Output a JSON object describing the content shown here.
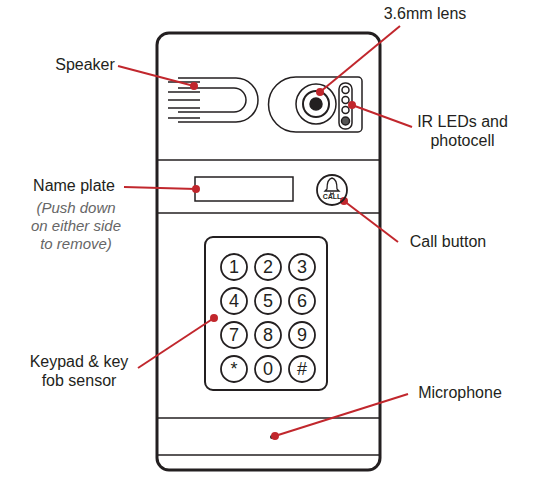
{
  "diagram": {
    "nodes": [
      {
        "text": [
          "CALL"
        ]
      },
      {
        "text": [
          "1"
        ]
      },
      {
        "text": [
          "2"
        ]
      },
      {
        "text": [
          "3"
        ]
      },
      {
        "text": [
          "4"
        ]
      },
      {
        "text": [
          "5"
        ]
      },
      {
        "text": [
          "6"
        ]
      },
      {
        "text": [
          "7"
        ]
      },
      {
        "text": [
          "8"
        ]
      },
      {
        "text": [
          "9"
        ]
      },
      {
        "text": [
          "*"
        ]
      },
      {
        "text": [
          "0"
        ]
      },
      {
        "text": [
          "#"
        ]
      }
    ],
    "labels": [
      "Speaker",
      "3.6mm lens",
      "IR LEDs and photocell",
      "Name plate",
      "(Push down on either side to remove)",
      "Call button",
      "Keypad & key fob sensor",
      "Microphone"
    ]
  }
}
